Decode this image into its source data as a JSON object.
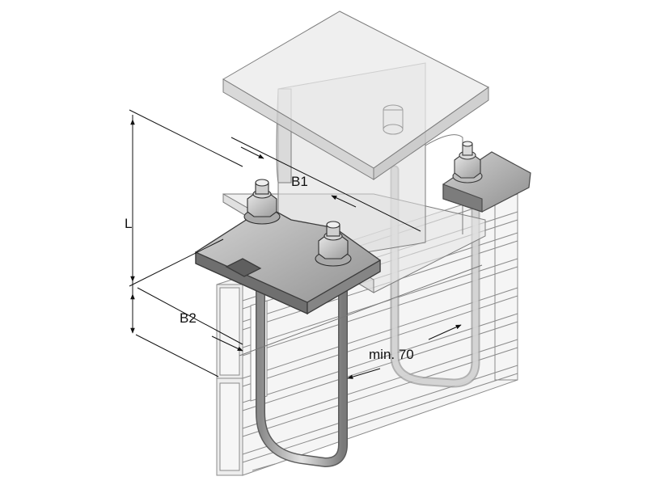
{
  "dimensions": {
    "L": "L",
    "B1": "B1",
    "B2": "B2",
    "min_depth": "min. 70"
  }
}
